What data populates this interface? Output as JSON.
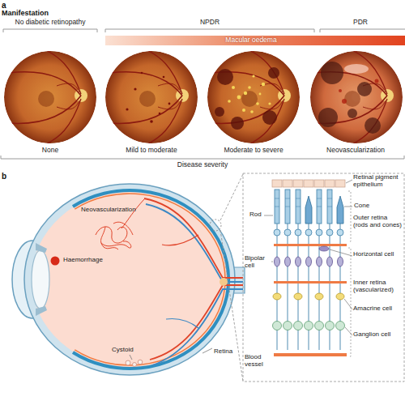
{
  "diagram": {
    "labels": [
      "a",
      "Manifestation",
      "No diabetic retinopathy",
      "NPDR",
      "PDR",
      "Macular oedema",
      "None",
      "Mild to moderate",
      "Moderate to severe",
      "Neovascularization",
      "Disease severity",
      "b",
      "Retinal pigment epithelium",
      "Rod",
      "Cone",
      "Neovascularization",
      "Outer retina (rods and cones)",
      "Bipolar cell",
      "Horizontal cell",
      "Haemorrhage",
      "Inner retina (vascularized)",
      "Amacrine cell",
      "Cystoid",
      "Retina",
      "Ganglion cell",
      "Blood vessel"
    ]
  }
}
